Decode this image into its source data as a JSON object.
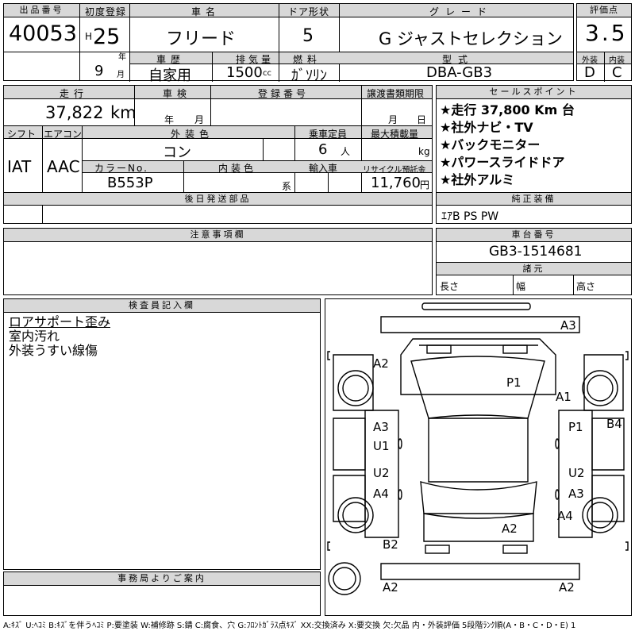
{
  "header": {
    "lot_no_label": "出品番号",
    "lot_no": "40053",
    "first_reg_label": "初度登録",
    "era": "H",
    "year": "25",
    "year_unit": "年",
    "month": "9",
    "month_unit": "月",
    "car_name_label": "車名",
    "car_name": "フリード",
    "door_label": "ドア形状",
    "door": "5",
    "grade_label": "グレード",
    "grade": "G ジャストセレクション",
    "rating_label": "評価点",
    "rating": "3.5",
    "history_label": "車歴",
    "history": "自家用",
    "displacement_label": "排気量",
    "displacement": "1500",
    "displacement_unit": "cc",
    "fuel_label": "燃料",
    "fuel": "ｶﾞｿﾘﾝ",
    "model_label": "型式",
    "model": "DBA-GB3",
    "exterior_label": "外装",
    "exterior": "D",
    "interior_label": "内装",
    "interior": "C"
  },
  "row2": {
    "mileage_label": "走行",
    "mileage": "37,822",
    "mileage_unit": "km",
    "inspection_label": "車検",
    "insp_year_unit": "年",
    "insp_month_unit": "月",
    "reg_no_label": "登録番号",
    "transfer_label": "譲渡書類期限",
    "transfer_month_unit": "月",
    "transfer_day_unit": "日",
    "shift_label": "シフト",
    "shift": "IAT",
    "ac_label": "エアコン",
    "ac": "AAC",
    "color_label": "外装色",
    "color": "コン",
    "capacity_label": "乗車定員",
    "capacity": "6",
    "capacity_unit": "人",
    "load_label": "最大積載量",
    "load_unit": "kg",
    "color_no_label": "カラーNo.",
    "color_no": "B553P",
    "int_color_label": "内装色",
    "int_color_unit": "系",
    "import_label": "輸入車",
    "recycle_label": "リサイクル預託金",
    "recycle": "11,760",
    "recycle_unit": "円",
    "later_parts_label": "後日発送部品"
  },
  "sales": {
    "label": "セールスポイント",
    "points": [
      "★走行 37,800 Km 台",
      "★社外ナビ・TV",
      "★バックモニター",
      "★パワースライドドア",
      "★社外アルミ"
    ],
    "equipment_label": "純正装備",
    "equipment": "ｴｱB PS PW",
    "chassis_label": "車台番号",
    "chassis": "GB3-1514681",
    "dims_label": "諸元",
    "length_label": "長さ",
    "width_label": "幅",
    "height_label": "高さ"
  },
  "notes": {
    "label": "注意事項欄"
  },
  "inspector": {
    "label": "検査員記入欄",
    "lines": [
      "ロアサポート歪み",
      "室内汚れ",
      "外装うすい線傷"
    ]
  },
  "office": {
    "label": "事務局よりご案内"
  },
  "diagram": {
    "marks": [
      "A3",
      "A2",
      "P1",
      "A1",
      "B4",
      "A3",
      "U1",
      "P1",
      "U2",
      "A4",
      "U2",
      "A3",
      "A4",
      "A2",
      "B2",
      "A2",
      "A2"
    ]
  },
  "legend": "A:ｷｽﾞ U:ﾍｺﾐ B:ｷｽﾞを伴うﾍｺﾐ P:要塗装 W:補修跡 S:錆 C:腐食、穴 G:ﾌﾛﾝﾄｶﾞﾗｽ点ｷｽﾞ XX:交換済み X:要交換 欠:欠品 内・外装評価 5段階ﾗﾝｸ順(A・B・C・D・E) 1"
}
